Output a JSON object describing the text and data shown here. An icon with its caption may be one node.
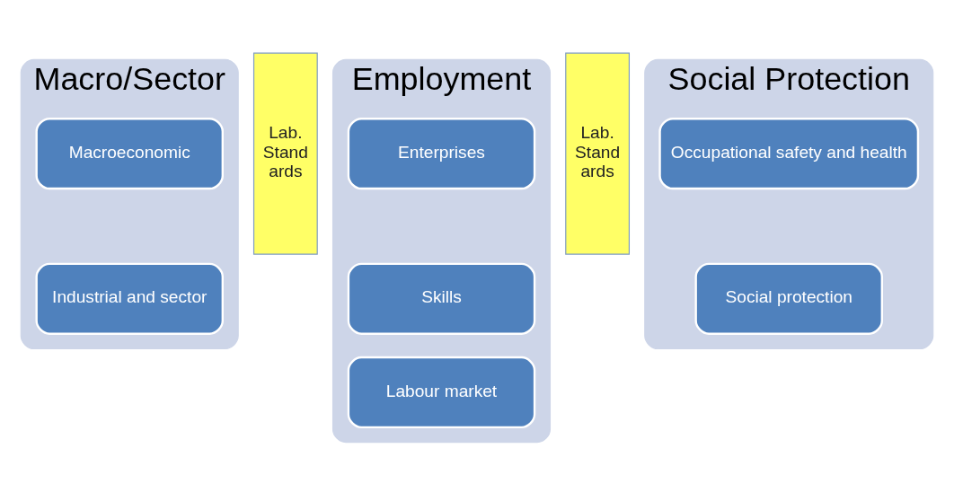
{
  "diagram": {
    "nodes": [
      {
        "text": [
          "Macro/Sector"
        ]
      },
      {
        "text": [
          "Macroeconomic"
        ],
        "in": 0
      },
      {
        "text": [
          "Industrial and sector"
        ],
        "in": 0
      },
      {
        "text": [
          "Lab. Stand ards"
        ]
      },
      {
        "text": [
          "Employment"
        ]
      },
      {
        "text": [
          "Enterprises"
        ],
        "in": 4
      },
      {
        "text": [
          "Skills"
        ],
        "in": 4
      },
      {
        "text": [
          "Labour market"
        ],
        "in": 4
      },
      {
        "text": [
          "Lab. Stand ards"
        ]
      },
      {
        "text": [
          "Social Protection"
        ]
      },
      {
        "text": [
          "Occupational safety and health"
        ],
        "in": 9
      },
      {
        "text": [
          "Social protection"
        ],
        "in": 9
      }
    ],
    "edges": []
  }
}
